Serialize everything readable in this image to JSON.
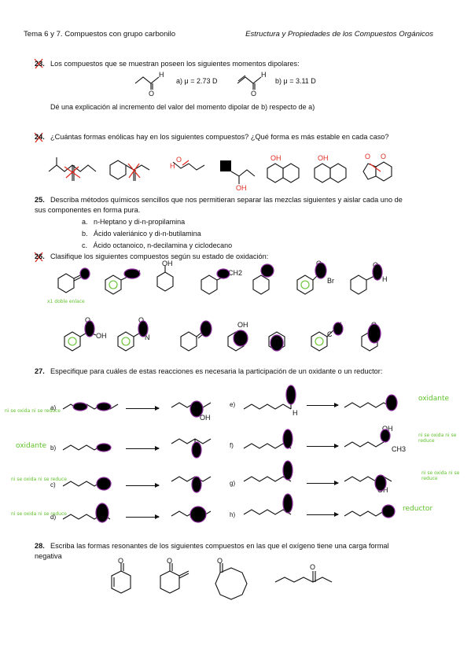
{
  "header": {
    "left": "Tema 6 y 7. Compuestos con grupo carbonilo",
    "right": "Estructura y Propiedades de los Compuestos Orgánicos"
  },
  "q23": {
    "num": "23.",
    "text": "Los compuestos que se muestran poseen los siguientes momentos dipolares:",
    "a_label": "a) μ = 2.73 D",
    "b_label": "b) μ = 3.11 D",
    "explain": "Dé una explicación al incremento del valor del momento dipolar de b) respecto de a)"
  },
  "q24": {
    "num": "24.",
    "text": "¿Cuántas formas enólicas hay en los siguientes compuestos? ¿Qué forma es más estable en cada caso?"
  },
  "q25": {
    "num": "25.",
    "text": "Describa métodos químicos sencillos que nos permitieran separar las mezclas siguientes y aislar cada uno de sus componentes en forma pura.",
    "items": [
      {
        "letter": "a.",
        "text": "n-Heptano y di-n-propilamina"
      },
      {
        "letter": "b.",
        "text": "Ácido valeriánico y di-n-butilamina"
      },
      {
        "letter": "c.",
        "text": "Ácido octanoico, n-decilamina y ciclodecano"
      }
    ]
  },
  "q26": {
    "num": "26.",
    "text": "Clasifique los siguientes compuestos según su estado de oxidación:",
    "note_first": "x1 doble enlace",
    "atom_labels": {
      "oh": "OH",
      "ch2": "CH2",
      "br": "Br",
      "o": "O",
      "h": "H",
      "n": "N",
      "c": "C"
    }
  },
  "q27": {
    "num": "27.",
    "text": "Especifique para cuáles de estas reacciones es necesaria la participación de un oxidante o un reductor:",
    "labels": [
      "a)",
      "b)",
      "c)",
      "d)",
      "e)",
      "f)",
      "g)",
      "h)"
    ],
    "notes": {
      "a": "ni se oxida ni se reduce",
      "b": "oxidante",
      "c": "ni se oxida ni se reduce",
      "d": "ni se oxida ni se reduce",
      "e": "oxidante",
      "f": "ni se oxida ni se reduce",
      "g": "ni se oxida ni se reduce",
      "h": "reductor"
    },
    "atom_labels": {
      "oh": "OH",
      "o": "O",
      "h": "H",
      "ch3": "CH3"
    }
  },
  "q28": {
    "num": "28.",
    "text": "Escriba las formas resonantes de los siguientes compuestos en las que el oxígeno tiene una carga formal negativa",
    "o": "O"
  }
}
